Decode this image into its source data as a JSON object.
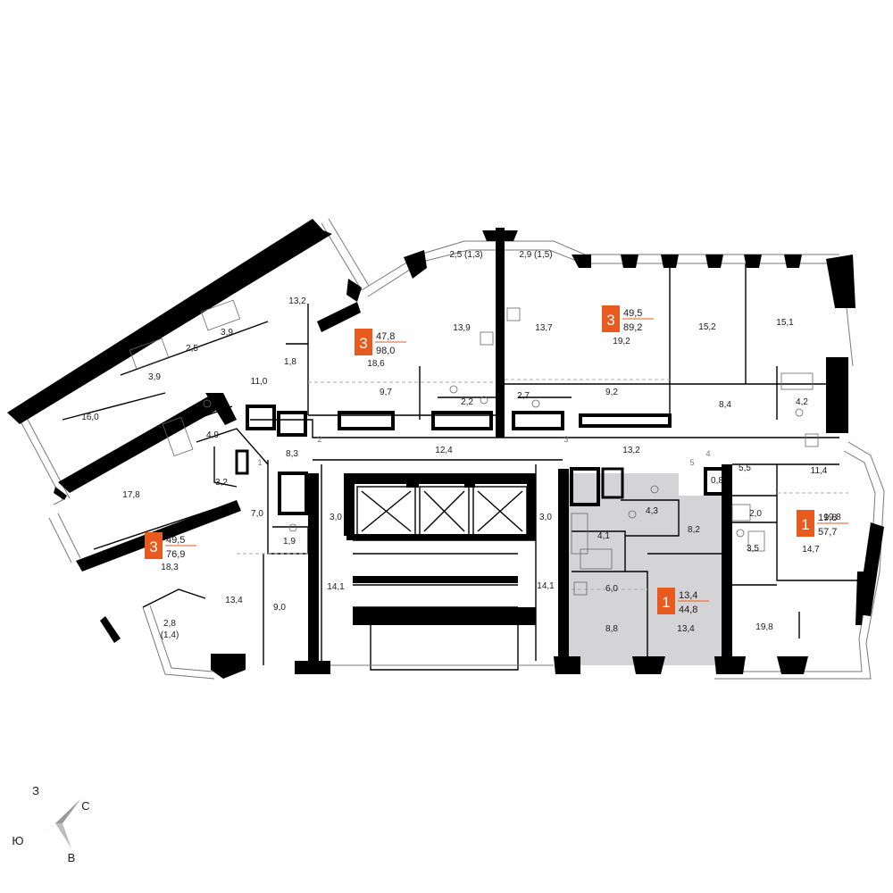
{
  "colors": {
    "wall": "#000000",
    "highlight_fill": "#d4d4d6",
    "badge": "#e85a1e",
    "text": "#1a1a1a"
  },
  "apartments": [
    {
      "id": "apt-left",
      "rooms": "3",
      "living_area": "49,5",
      "total_area": "76,9"
    },
    {
      "id": "apt-top-left",
      "rooms": "3",
      "living_area": "47,8",
      "total_area": "98,0"
    },
    {
      "id": "apt-top-right",
      "rooms": "3",
      "living_area": "49,5",
      "total_area": "89,2"
    },
    {
      "id": "apt-center",
      "rooms": "1",
      "living_area": "13,4",
      "total_area": "44,8"
    },
    {
      "id": "apt-right",
      "rooms": "1",
      "living_area": "19,8",
      "total_area": "57,7"
    }
  ],
  "room_areas": [
    "13,2",
    "3,9",
    "2,5",
    "3,9",
    "1,8",
    "11,0",
    "16,0",
    "4,9",
    "8,3",
    "3,2",
    "7,0",
    "17,8",
    "1,9",
    "3,0",
    "18,3",
    "13,4",
    "9,0",
    "14,1",
    "2,8",
    "(1,4)",
    "13,9",
    "2,5 (1,3)",
    "2,9 (1,5)",
    "13,7",
    "18,6",
    "9,7",
    "2,2",
    "2,7",
    "12,4",
    "19,2",
    "9,2",
    "15,2",
    "15,1",
    "8,4",
    "4,2",
    "13,2",
    "5,5",
    "11,4",
    "0,8",
    "2,0",
    "19,8",
    "14,7",
    "3,5",
    "19,8",
    "3,0",
    "14,1",
    "4,1",
    "4,3",
    "8,2",
    "6,0",
    "8,8",
    "13,4"
  ],
  "door_numbers": [
    "1",
    "2",
    "3",
    "4",
    "5"
  ],
  "compass": {
    "n": "З",
    "e": "С",
    "s": "В",
    "w": "Ю"
  }
}
